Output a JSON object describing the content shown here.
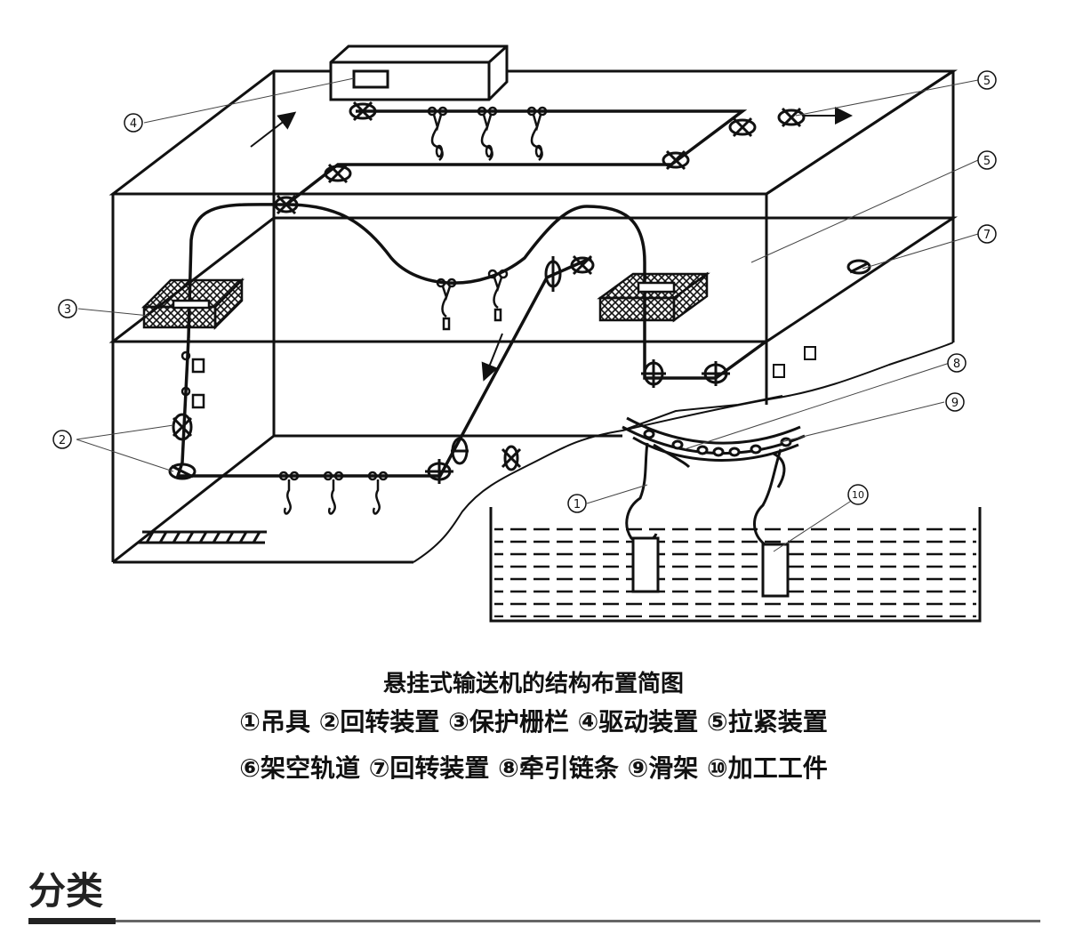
{
  "diagram": {
    "callouts": [
      {
        "id": "c1",
        "num": "1"
      },
      {
        "id": "c2",
        "num": "2"
      },
      {
        "id": "c3",
        "num": "3"
      },
      {
        "id": "c4",
        "num": "4"
      },
      {
        "id": "c5a",
        "num": "5"
      },
      {
        "id": "c5b",
        "num": "5"
      },
      {
        "id": "c7",
        "num": "7"
      },
      {
        "id": "c8",
        "num": "8"
      },
      {
        "id": "c9",
        "num": "9"
      },
      {
        "id": "c10",
        "num": "10"
      }
    ]
  },
  "caption": {
    "title": "悬挂式输送机的结构布置简图",
    "line1": "①吊具 ②回转装置 ③保护栅栏 ④驱动装置 ⑤拉紧装置",
    "line2": "⑥架空轨道 ⑦回转装置 ⑧牵引链条 ⑨滑架 ⑩加工工件"
  },
  "section": {
    "heading": "分类"
  },
  "colors": {
    "line": "#111111",
    "rule": "#666666",
    "accent": "#222222"
  }
}
